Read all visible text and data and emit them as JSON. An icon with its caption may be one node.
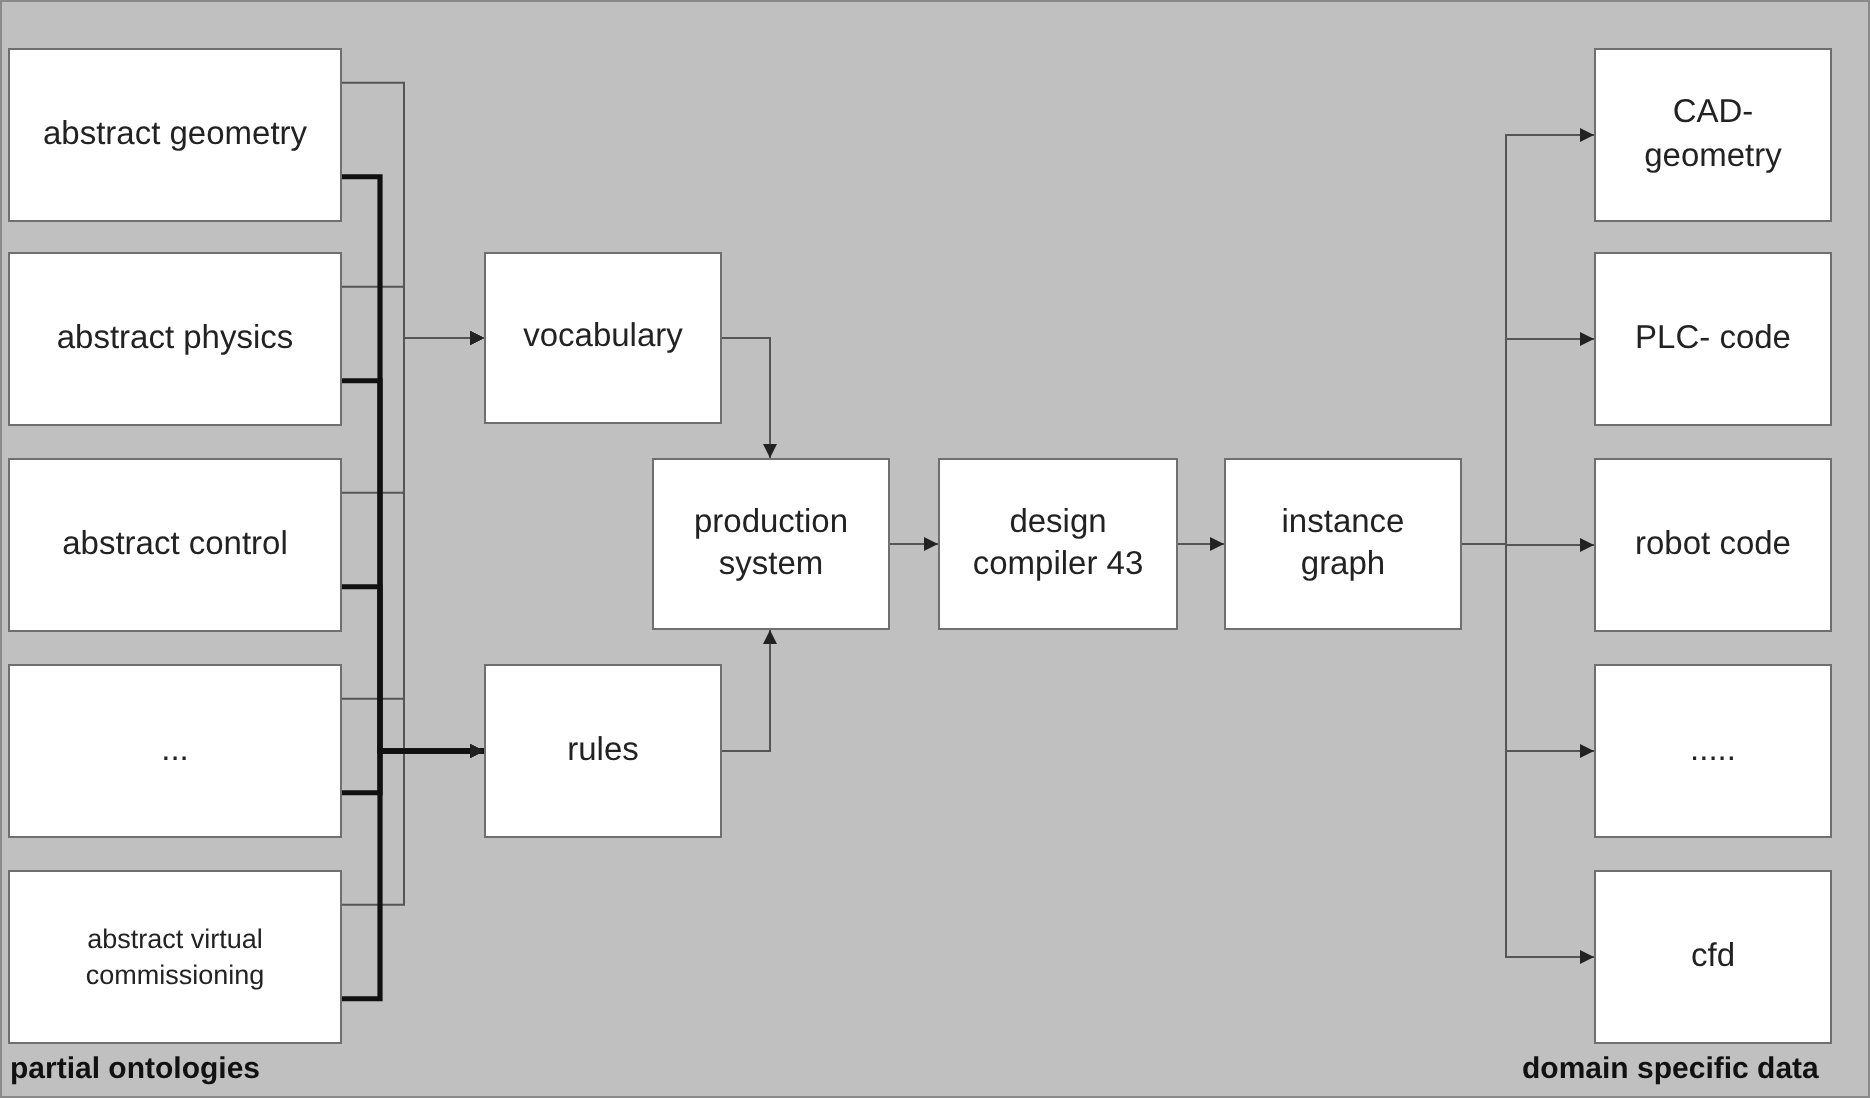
{
  "diagram": {
    "nodes": [
      {
        "text": [
          "abstract geometry"
        ]
      },
      {
        "text": [
          "abstract physics"
        ]
      },
      {
        "text": [
          "abstract control"
        ]
      },
      {
        "text": [
          "..."
        ]
      },
      {
        "text": [
          "abstract virtual commissioning"
        ]
      },
      {
        "text": [
          "vocabulary"
        ]
      },
      {
        "text": [
          "rules"
        ]
      },
      {
        "text": [
          "production system"
        ]
      },
      {
        "text": [
          "design compiler 43"
        ]
      },
      {
        "text": [
          "instance graph"
        ]
      },
      {
        "text": [
          "CAD- geometry"
        ]
      },
      {
        "text": [
          "PLC- code"
        ]
      },
      {
        "text": [
          "robot code"
        ]
      },
      {
        "text": [
          "....."
        ]
      },
      {
        "text": [
          "cfd"
        ]
      }
    ],
    "edges": [
      {
        "from": 0,
        "to": 5,
        "arrow": "to"
      },
      {
        "from": 1,
        "to": 5,
        "arrow": "to"
      },
      {
        "from": 2,
        "to": 5,
        "arrow": "to"
      },
      {
        "from": 3,
        "to": 5,
        "arrow": "to"
      },
      {
        "from": 4,
        "to": 5,
        "arrow": "to"
      },
      {
        "from": 0,
        "to": 6,
        "arrow": "to",
        "style": "thick"
      },
      {
        "from": 1,
        "to": 6,
        "arrow": "to",
        "style": "thick"
      },
      {
        "from": 2,
        "to": 6,
        "arrow": "to",
        "style": "thick"
      },
      {
        "from": 3,
        "to": 6,
        "arrow": "to",
        "style": "thick"
      },
      {
        "from": 4,
        "to": 6,
        "arrow": "to",
        "style": "thick"
      },
      {
        "from": 5,
        "to": 7,
        "arrow": "to"
      },
      {
        "from": 6,
        "to": 7,
        "arrow": "to"
      },
      {
        "from": 7,
        "to": 8,
        "arrow": "to"
      },
      {
        "from": 8,
        "to": 9,
        "arrow": "to"
      },
      {
        "from": 9,
        "to": 10,
        "arrow": "to"
      },
      {
        "from": 9,
        "to": 11,
        "arrow": "to"
      },
      {
        "from": 9,
        "to": 12,
        "arrow": "to"
      },
      {
        "from": 9,
        "to": 13,
        "arrow": "to"
      },
      {
        "from": 9,
        "to": 14,
        "arrow": "to"
      }
    ],
    "labels": [
      "partial ontologies",
      "domain specific data"
    ]
  }
}
